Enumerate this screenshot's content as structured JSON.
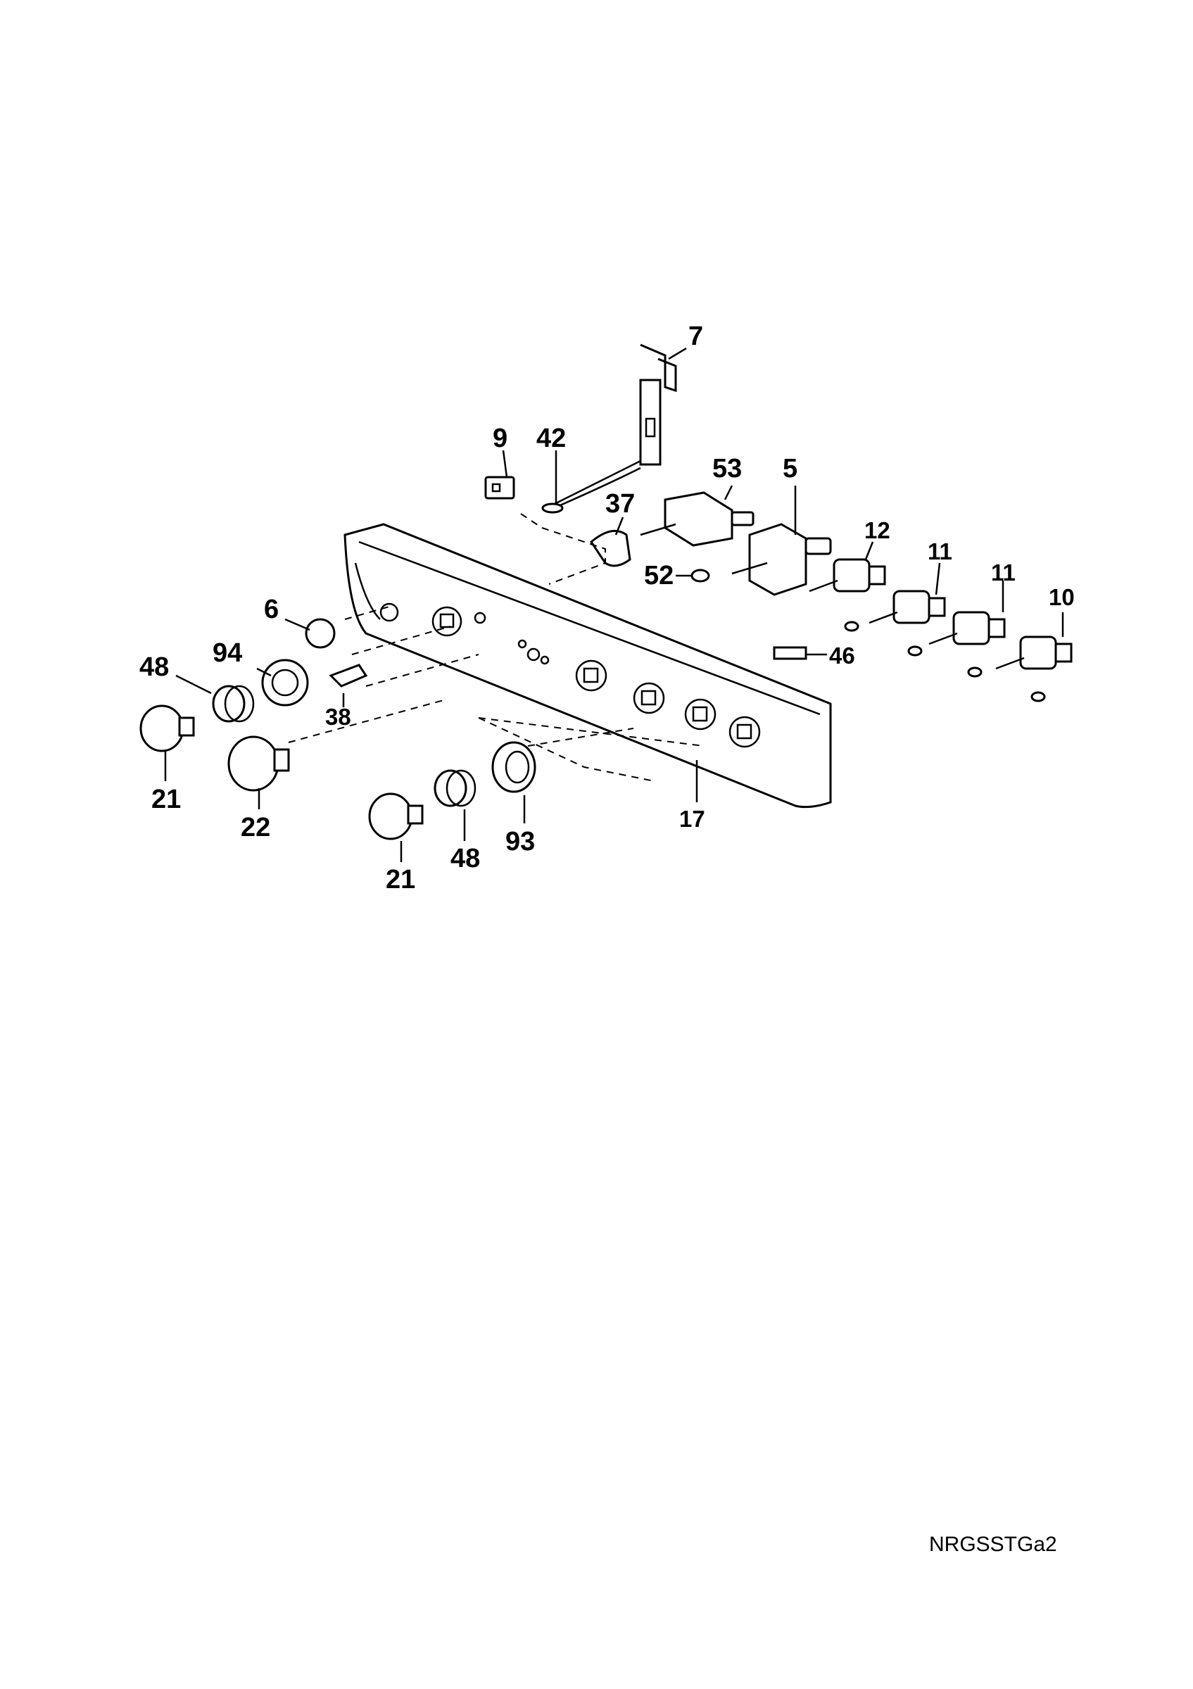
{
  "diagram": {
    "reference_code": "NRGSSTGa2",
    "callouts": {
      "c7": "7",
      "c9": "9",
      "c42": "42",
      "c53": "53",
      "c5": "5",
      "c37": "37",
      "c12": "12",
      "c11a": "11",
      "c11b": "11",
      "c10": "10",
      "c52": "52",
      "c6": "6",
      "c94": "94",
      "c48a": "48",
      "c46": "46",
      "c38": "38",
      "c21a": "21",
      "c22": "22",
      "c17": "17",
      "c93": "93",
      "c48b": "48",
      "c21b": "21"
    }
  }
}
